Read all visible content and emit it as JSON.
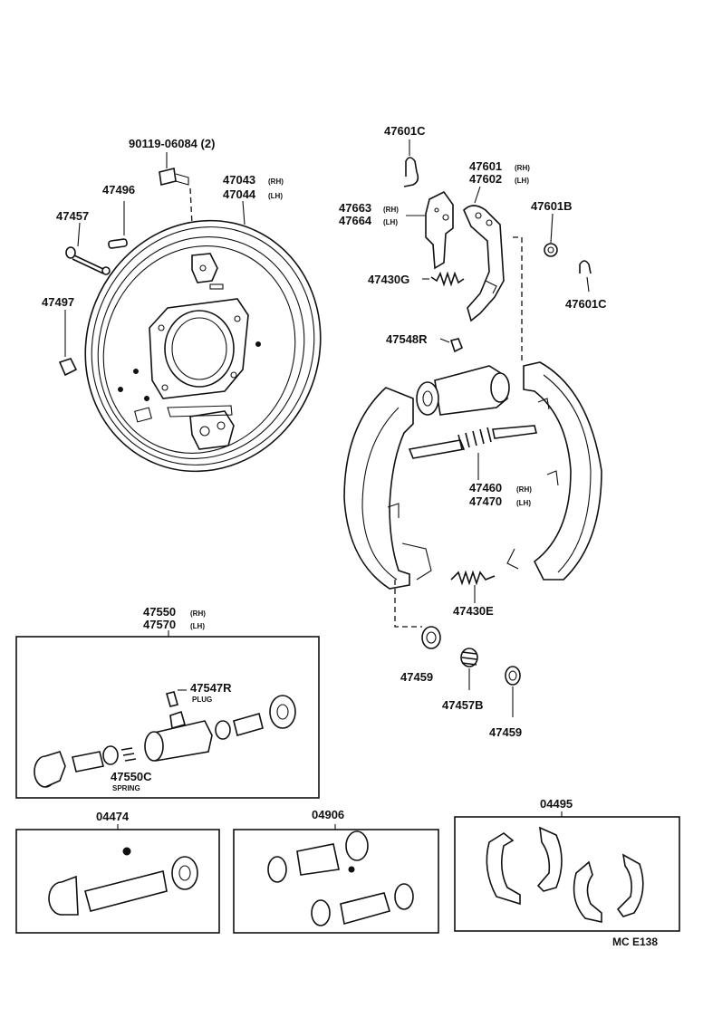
{
  "labels": {
    "bolt": "90119-06084 (2)",
    "backing_plate_rh": "47043",
    "backing_plate_rh_side": "(RH)",
    "backing_plate_lh": "47044",
    "backing_plate_lh_side": "(LH)",
    "p47496": "47496",
    "p47457": "47457",
    "p47497": "47497",
    "clip_top": "47601C",
    "lever_rh": "47601",
    "lever_rh_side": "(RH)",
    "lever_lh": "47602",
    "lever_lh_side": "(LH)",
    "strut_rh": "47663",
    "strut_rh_side": "(RH)",
    "strut_lh": "47664",
    "strut_lh_side": "(LH)",
    "washer_top": "47601B",
    "clip_right": "47601C",
    "spring_g": "47430G",
    "bleeder": "47548R",
    "adjuster_rh": "47460",
    "adjuster_rh_side": "(RH)",
    "adjuster_lh": "47470",
    "adjuster_lh_side": "(LH)",
    "spring_e": "47430E",
    "cup_left": "47459",
    "spring_b": "47457B",
    "cup_right": "47459",
    "cyl_rh": "47550",
    "cyl_rh_side": "(RH)",
    "cyl_lh": "47570",
    "cyl_lh_side": "(LH)",
    "plug_no": "47547R",
    "plug_name": "PLUG",
    "spring_no": "47550C",
    "spring_name": "SPRING",
    "kit1": "04474",
    "kit2": "04906",
    "kit3": "04495",
    "code": "MC  E138"
  }
}
